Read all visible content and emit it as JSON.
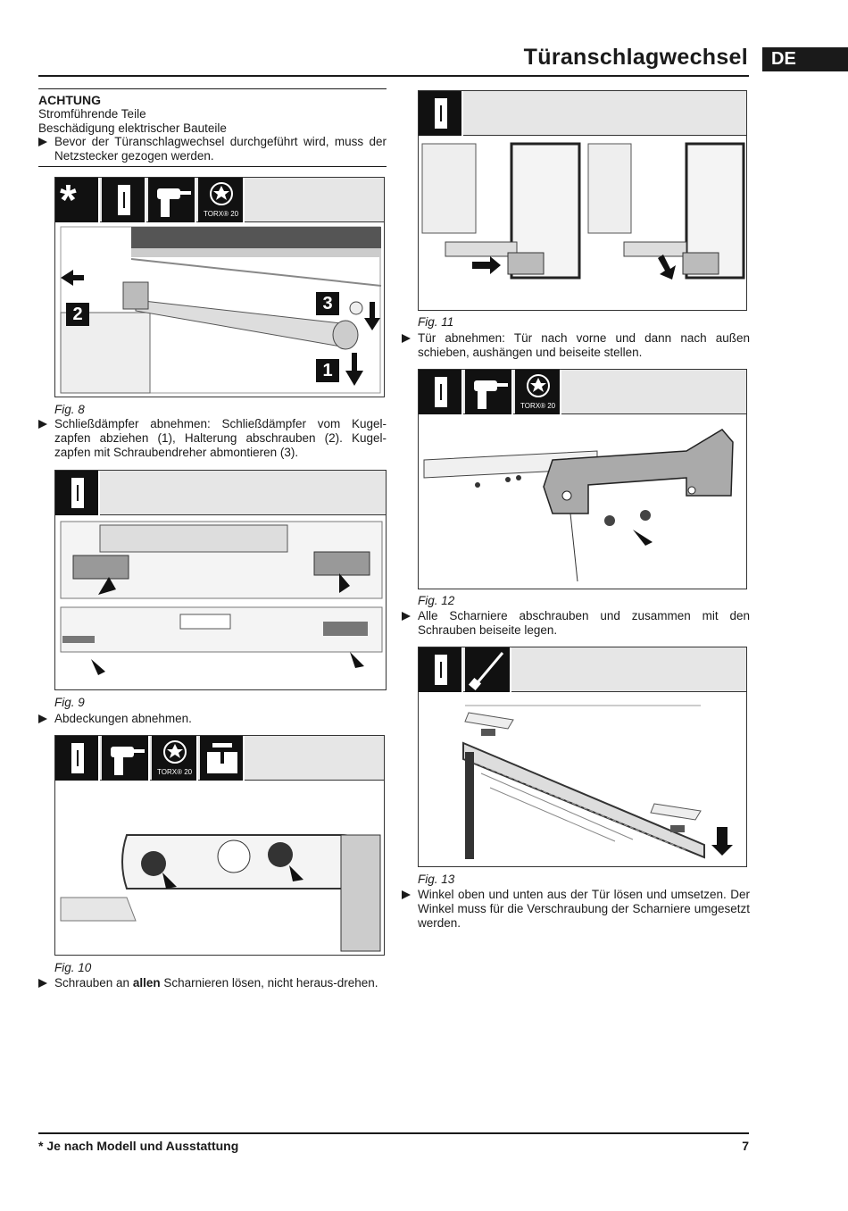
{
  "header": {
    "title": "Türanschlagwechsel",
    "lang": "DE"
  },
  "warning": {
    "heading": "ACHTUNG",
    "line1": "Stromführende Teile",
    "line2": "Beschädigung elektrischer Bauteile",
    "bullet": "Bevor der Türanschlagwechsel durchgeführt wird, muss der Netzstecker gezogen werden."
  },
  "fig8": {
    "caption": "Fig. 8",
    "torx": "TORX",
    "torx_num": "20",
    "star": "*",
    "callouts": [
      "1",
      "2",
      "3"
    ],
    "bullet": "Schließdämpfer abnehmen: Schließdämpfer vom Kugel-zapfen abziehen (1), Halterung abschrauben (2). Kugel-zapfen mit Schraubendreher abmontieren (3)."
  },
  "fig9": {
    "caption": "Fig. 9",
    "bullet": "Abdeckungen abnehmen."
  },
  "fig10": {
    "caption": "Fig. 10",
    "torx": "TORX",
    "torx_num": "20",
    "bullet_pre": "Schrauben an ",
    "bullet_bold": "allen",
    "bullet_post": " Scharnieren lösen, nicht heraus-drehen."
  },
  "fig11": {
    "caption": "Fig. 11",
    "bullet": "Tür abnehmen: Tür nach vorne und dann nach außen schieben, aushängen und beiseite stellen."
  },
  "fig12": {
    "caption": "Fig. 12",
    "torx": "TORX",
    "torx_num": "20",
    "bullet": "Alle Scharniere abschrauben und zusammen mit den Schrauben beiseite legen."
  },
  "fig13": {
    "caption": "Fig. 13",
    "bullet": "Winkel oben und unten aus der Tür lösen und umsetzen. Der Winkel muss für die Verschraubung der Scharniere umgesetzt werden."
  },
  "footer": {
    "note": "* Je nach Modell und Ausstattung",
    "page": "7"
  }
}
